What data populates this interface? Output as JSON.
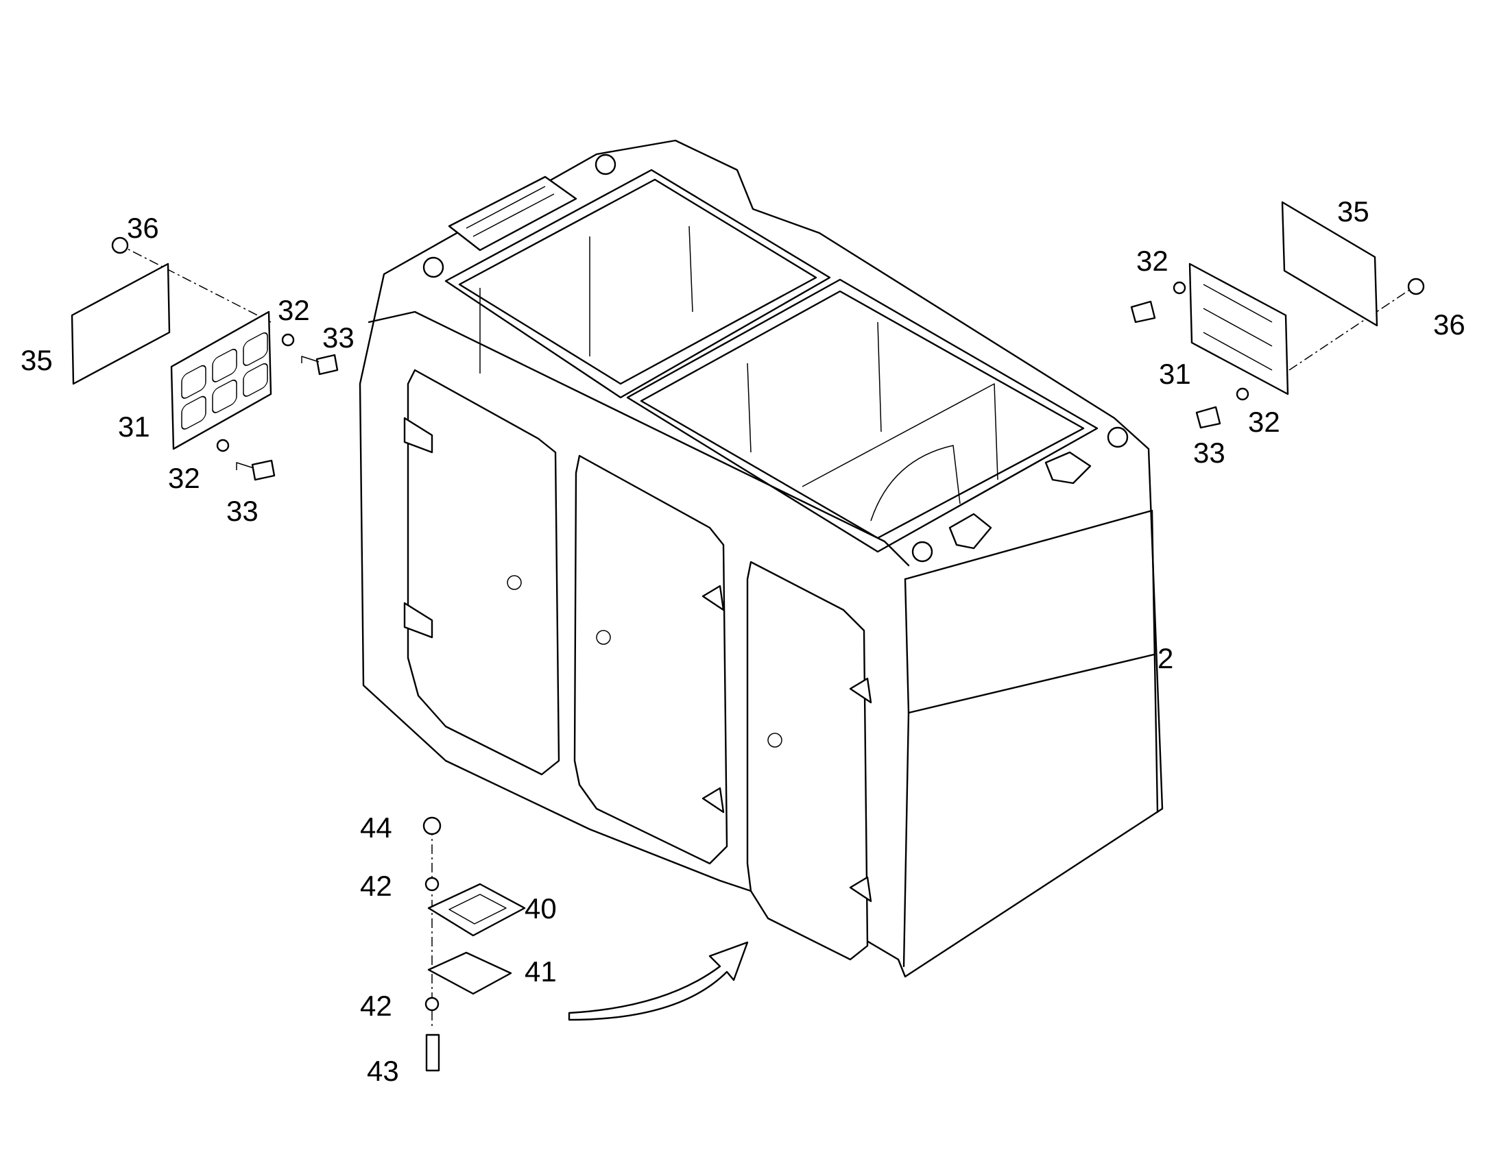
{
  "callouts": {
    "part_2": "2",
    "left_36": "36",
    "left_35": "35",
    "left_32_top": "32",
    "left_33_top": "33",
    "left_31": "31",
    "left_32_bottom": "32",
    "left_33_bottom": "33",
    "right_35": "35",
    "right_32_top": "32",
    "right_36": "36",
    "right_31": "31",
    "right_32_bottom": "32",
    "right_33_bottom": "33",
    "part_44": "44",
    "part_42_top": "42",
    "part_40": "40",
    "part_41": "41",
    "part_42_bottom": "42",
    "part_43": "43"
  },
  "colors": {
    "line": "#000000",
    "background": "#ffffff"
  }
}
